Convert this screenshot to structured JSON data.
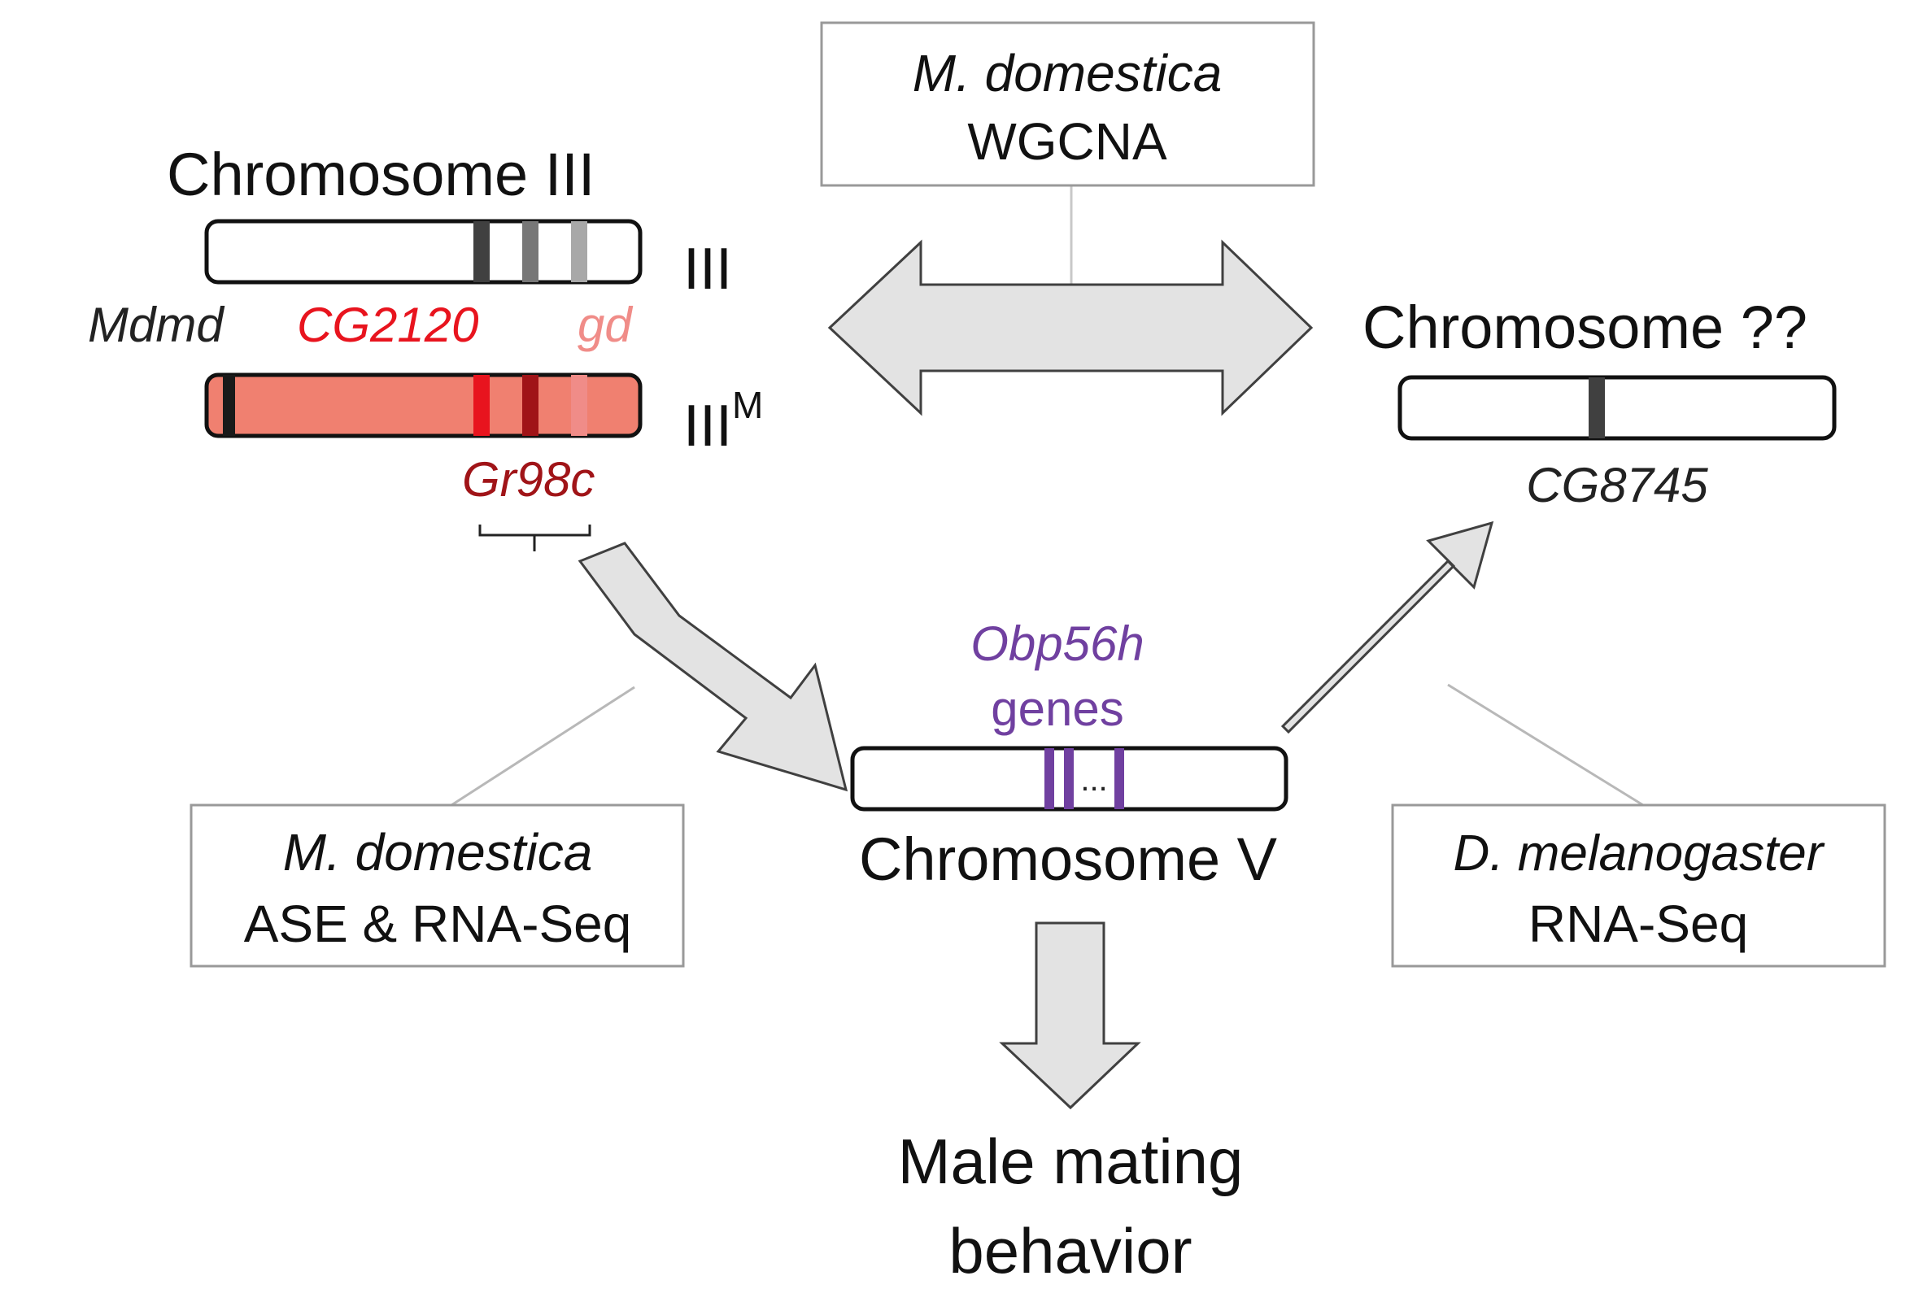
{
  "chromosome_iii": {
    "title": "Chromosome III",
    "label_normal": "III",
    "label_m": "III",
    "label_m_sup": "M",
    "genes": {
      "mdmd": "Mdmd",
      "cg2120": "CG2120",
      "gd": "gd",
      "gr98c": "Gr98c"
    }
  },
  "chromosome_unknown": {
    "title": "Chromosome ??",
    "gene": "CG8745"
  },
  "chromosome_v": {
    "title": "Chromosome V",
    "gene_name": "Obp56h",
    "gene_suffix": "genes",
    "ellipsis": "..."
  },
  "boxes": {
    "wgcna": {
      "species": "M. domestica",
      "method": "WGCNA"
    },
    "ase": {
      "species": "M. domestica",
      "method": "ASE & RNA-Seq"
    },
    "dmel": {
      "species": "D. melanogaster",
      "method": "RNA-Seq"
    }
  },
  "outcome": {
    "line1": "Male mating",
    "line2": "behavior"
  },
  "colors": {
    "arrow_fill": "#e3e3e3",
    "arrow_stroke": "#404040",
    "chrom_m_fill": "#f08070",
    "mdmd_band": "#1a1a1a",
    "cg2120": "#e8141e",
    "gr98c": "#a01418",
    "gd": "#f08c88",
    "obp": "#7040a0",
    "band_dark": "#404040",
    "band_mid": "#777777",
    "band_light": "#a8a8a8"
  }
}
